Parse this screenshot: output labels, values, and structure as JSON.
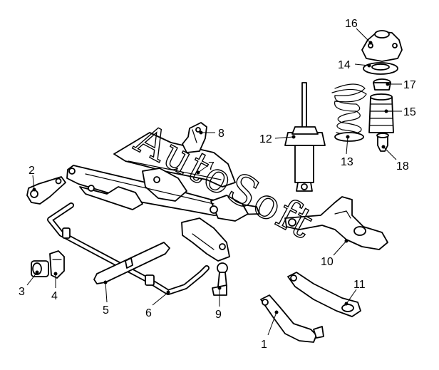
{
  "watermark": "AutoSoft",
  "callouts": [
    "1",
    "2",
    "3",
    "4",
    "5",
    "6",
    "7",
    "8",
    "9",
    "10",
    "11",
    "12",
    "13",
    "14",
    "15",
    "16",
    "17",
    "18"
  ]
}
